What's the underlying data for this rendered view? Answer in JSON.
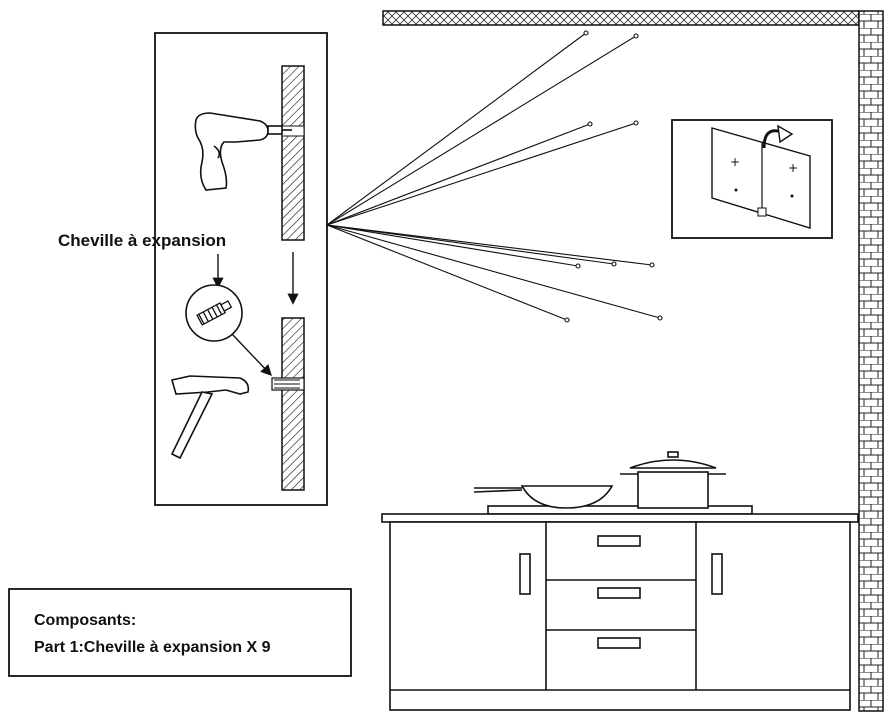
{
  "diagram": {
    "callout_label": "Cheville à expansion",
    "components": {
      "title": "Composants:",
      "part_line": "Part 1:Cheville à expansion X 9"
    },
    "icons": {
      "drill": "drill-icon",
      "hammer": "hammer-icon",
      "anchor": "expansion-anchor-icon",
      "panel": "wall-panel-icon",
      "pot": "cooking-pot-icon",
      "pan": "frying-pan-icon"
    },
    "colors": {
      "line": "#111111",
      "background": "#ffffff"
    }
  }
}
